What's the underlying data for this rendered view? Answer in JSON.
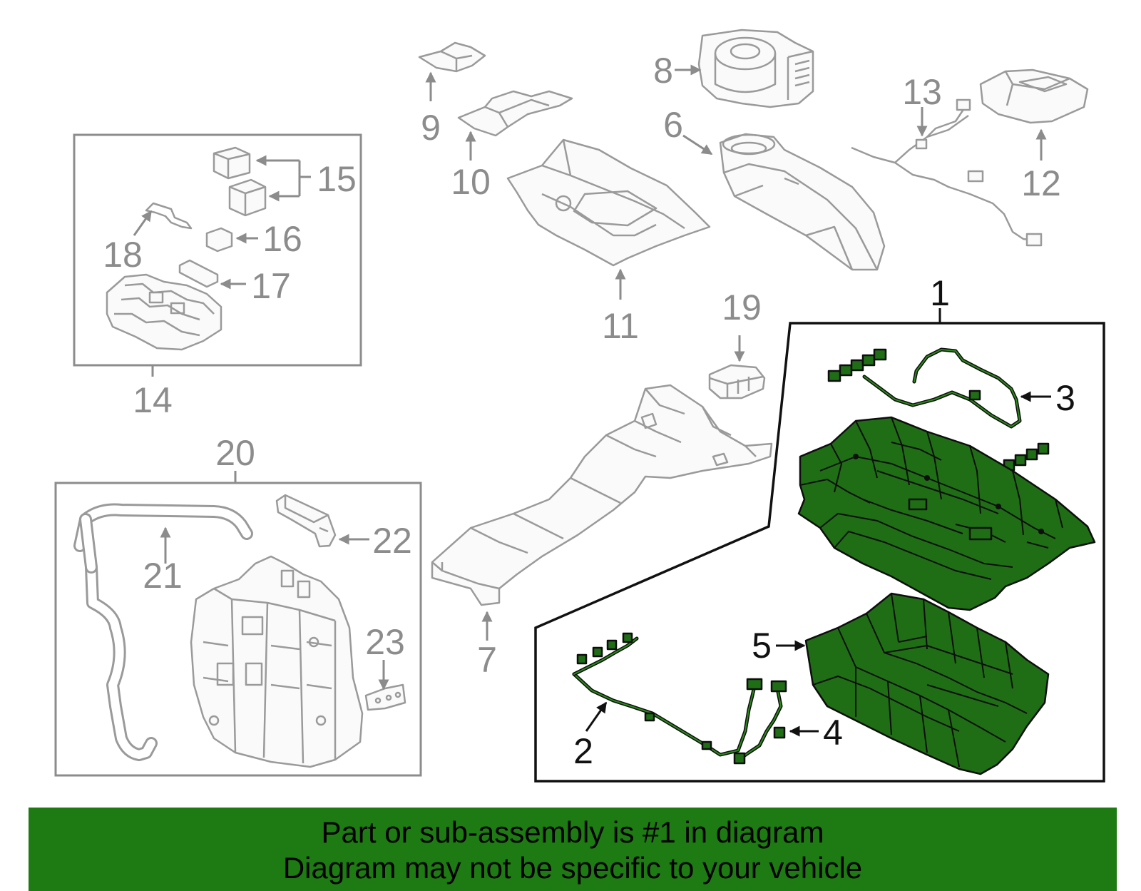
{
  "callouts": {
    "c1": "1",
    "c2": "2",
    "c3": "3",
    "c4": "4",
    "c5": "5",
    "c6": "6",
    "c7": "7",
    "c8": "8",
    "c9": "9",
    "c10": "10",
    "c11": "11",
    "c12": "12",
    "c13": "13",
    "c14": "14",
    "c15": "15",
    "c16": "16",
    "c17": "17",
    "c18": "18",
    "c19": "19",
    "c20": "20",
    "c21": "21",
    "c22": "22",
    "c23": "23"
  },
  "highlight_color": "#1e7a12",
  "banner": {
    "line1": "Part or sub-assembly is #1 in diagram",
    "line2": "Diagram may not be specific to your vehicle"
  }
}
